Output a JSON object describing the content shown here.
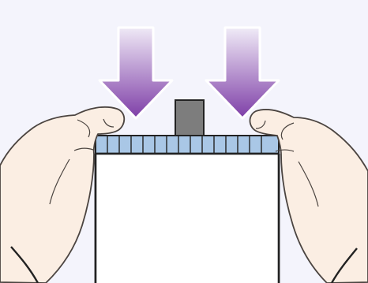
{
  "illustration": {
    "colors": {
      "background": "#f4f4fc",
      "paper": "#ffffff",
      "outline": "#222222",
      "pin": "#7d7d7d",
      "strip": "#a9c7e6",
      "skin": "#fbeee3",
      "skin_line": "#4b4440",
      "arrow_top": "#efe9f6",
      "arrow_bottom": "#7e3ea7"
    },
    "parts": [
      "press-down-arrow-left-icon",
      "press-down-arrow-right-icon",
      "center-pin",
      "segmented-strip",
      "paper-block",
      "left-hand",
      "right-hand"
    ]
  }
}
